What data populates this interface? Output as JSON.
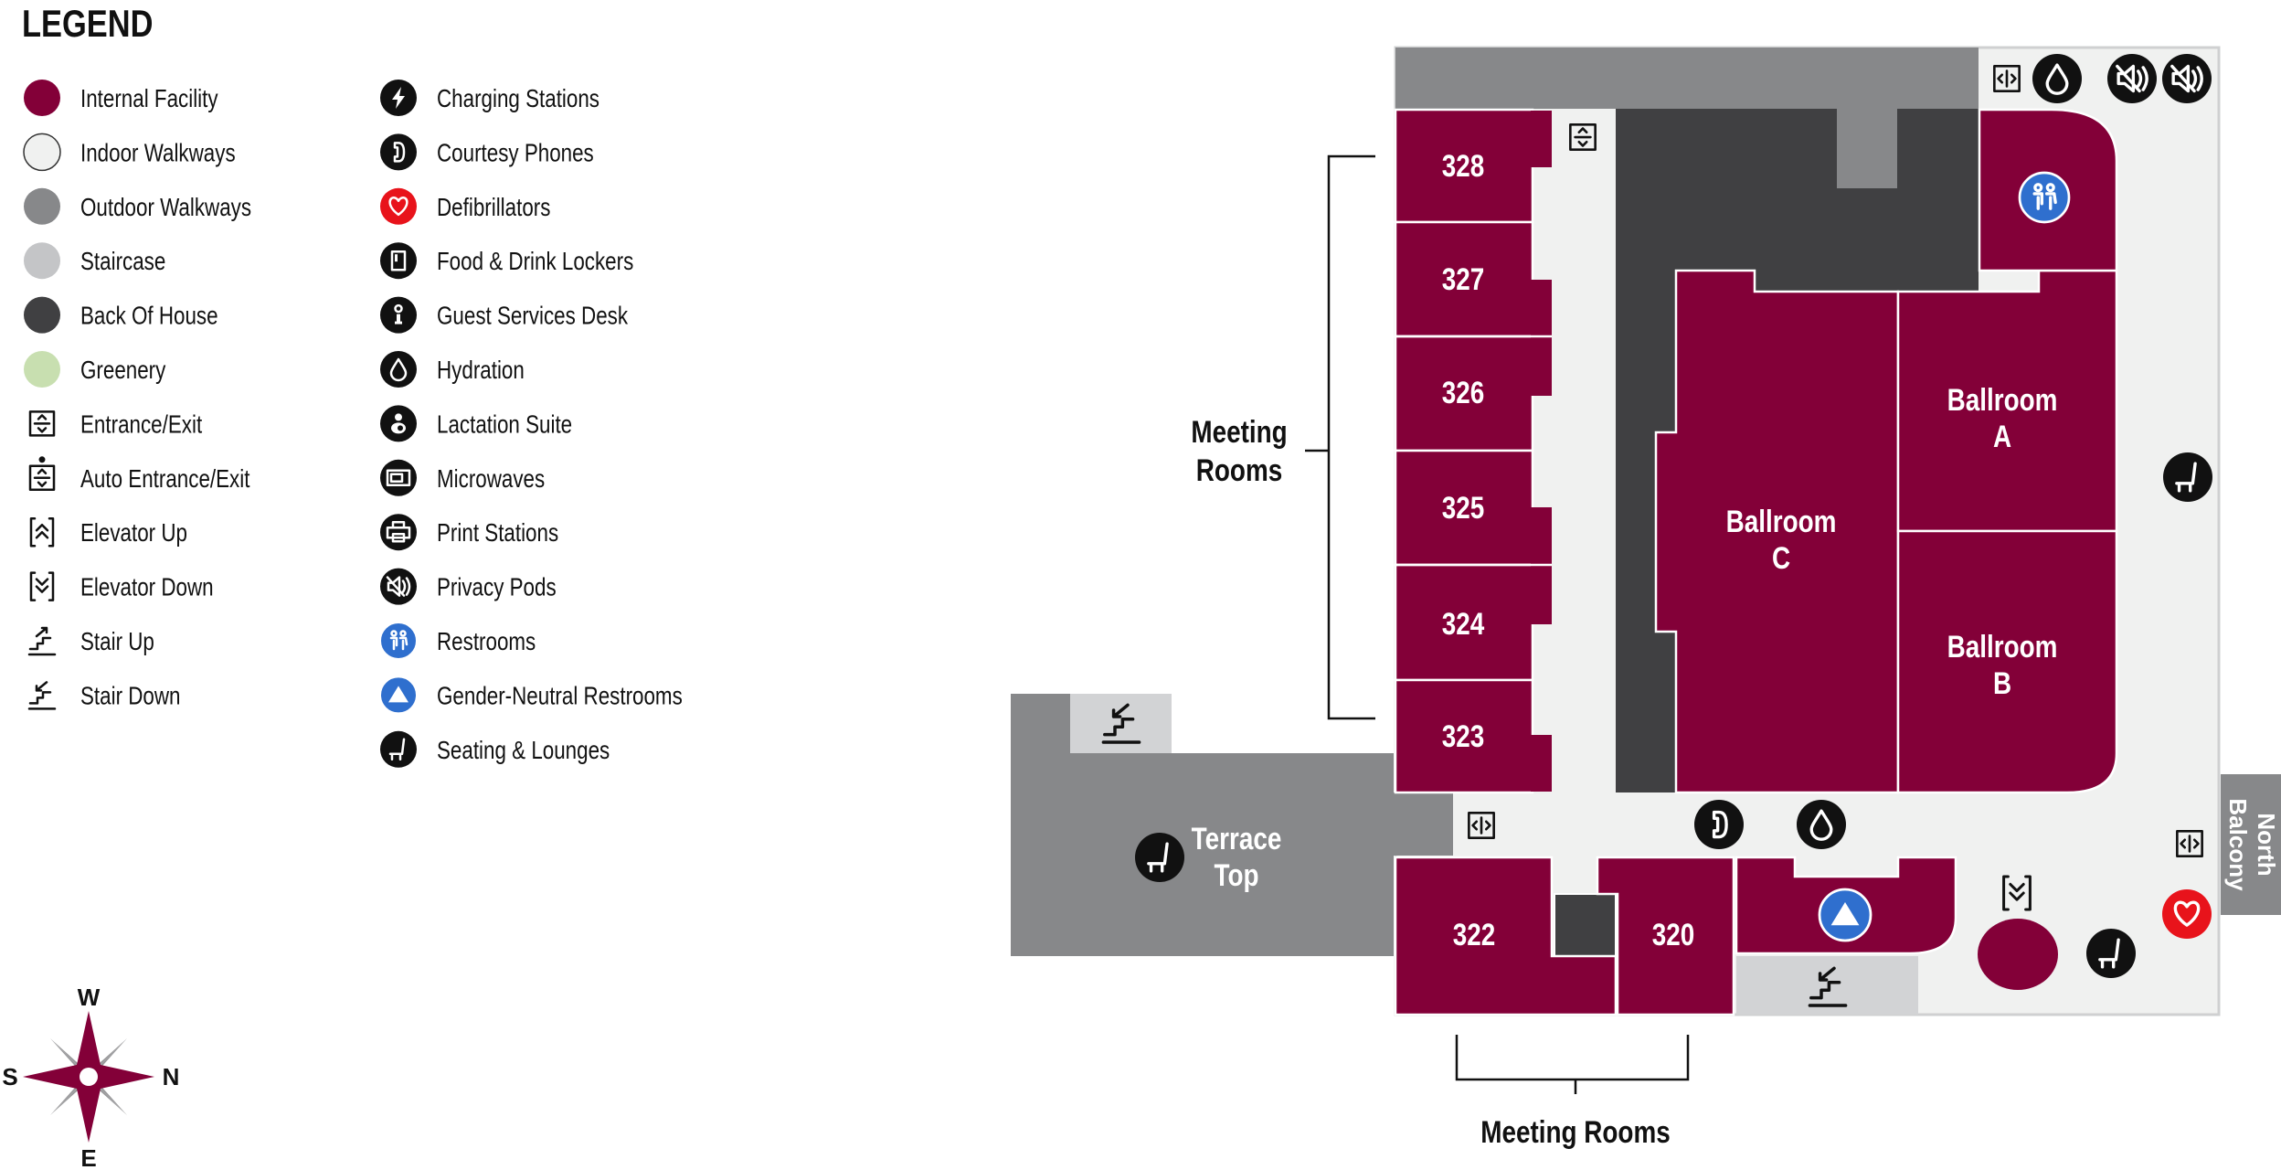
{
  "legend": {
    "title": "LEGEND",
    "column1": [
      {
        "label": "Internal Facility",
        "icon": "swatch",
        "color": "#830038"
      },
      {
        "label": "Indoor Walkways",
        "icon": "swatch",
        "color": "#f0f1f0"
      },
      {
        "label": "Outdoor Walkways",
        "icon": "swatch",
        "color": "#87888a"
      },
      {
        "label": "Staircase",
        "icon": "swatch",
        "color": "#c4c5c7"
      },
      {
        "label": "Back Of House",
        "icon": "swatch",
        "color": "#404042"
      },
      {
        "label": "Greenery",
        "icon": "swatch",
        "color": "#c8dfb0"
      },
      {
        "label": "Entrance/Exit",
        "icon": "entrance"
      },
      {
        "label": "Auto Entrance/Exit",
        "icon": "auto-entrance"
      },
      {
        "label": "Elevator Up",
        "icon": "elevator-up"
      },
      {
        "label": "Elevator Down",
        "icon": "elevator-down"
      },
      {
        "label": "Stair Up",
        "icon": "stair-up"
      },
      {
        "label": "Stair Down",
        "icon": "stair-down"
      }
    ],
    "column2": [
      {
        "label": "Charging Stations",
        "icon": "charging"
      },
      {
        "label": "Courtesy Phones",
        "icon": "phone"
      },
      {
        "label": "Defibrillators",
        "icon": "defibrillator"
      },
      {
        "label": "Food & Drink Lockers",
        "icon": "lockers"
      },
      {
        "label": "Guest Services Desk",
        "icon": "guest-services"
      },
      {
        "label": "Hydration",
        "icon": "hydration"
      },
      {
        "label": "Lactation Suite",
        "icon": "lactation"
      },
      {
        "label": "Microwaves",
        "icon": "microwave"
      },
      {
        "label": "Print Stations",
        "icon": "print"
      },
      {
        "label": "Privacy Pods",
        "icon": "privacy"
      },
      {
        "label": "Restrooms",
        "icon": "restrooms"
      },
      {
        "label": "Gender-Neutral Restrooms",
        "icon": "gender-neutral"
      },
      {
        "label": "Seating & Lounges",
        "icon": "seating"
      }
    ]
  },
  "compass": {
    "w": "W",
    "e": "E",
    "s": "S",
    "n": "N"
  },
  "colors": {
    "internal": "#830038",
    "indoor": "#f0f1f0",
    "outdoor": "#87888a",
    "staircase": "#d2d3d5",
    "back_of_house": "#404042",
    "defib": "#e8131b",
    "restroom_blue": "#2f6fce"
  },
  "map": {
    "rooms": {
      "r328": "328",
      "r327": "327",
      "r326": "326",
      "r325": "325",
      "r324": "324",
      "r323": "323",
      "r322": "322",
      "r320": "320"
    },
    "ballroom_a": [
      "Ballroom",
      "A"
    ],
    "ballroom_b": [
      "Ballroom",
      "B"
    ],
    "ballroom_c": [
      "Ballroom",
      "C"
    ],
    "terrace": [
      "Terrace",
      "Top"
    ],
    "north_balcony": [
      "North",
      "Balcony"
    ],
    "meeting_rooms_west": [
      "Meeting",
      "Rooms"
    ],
    "meeting_rooms_south": "Meeting Rooms"
  }
}
